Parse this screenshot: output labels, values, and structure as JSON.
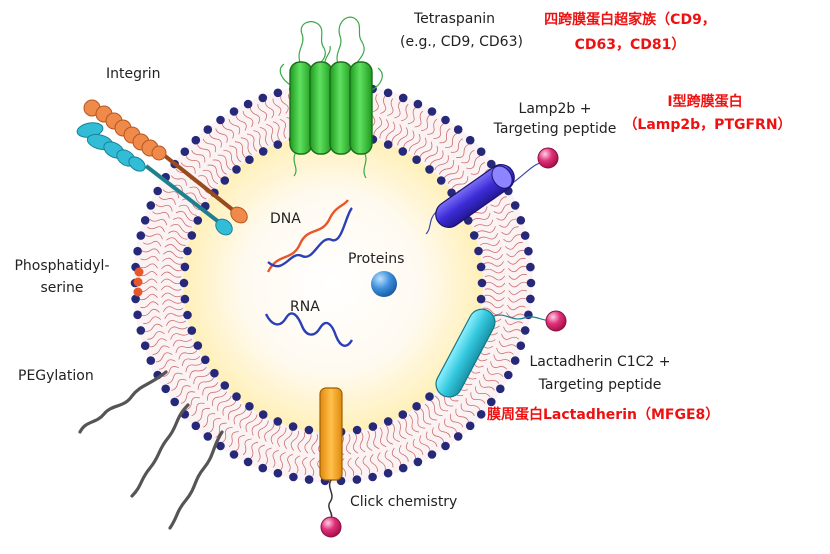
{
  "labels": {
    "tetraspanin": "Tetraspanin",
    "tetraspanin_eg": "(e.g., CD9, CD63)",
    "integrin": "Integrin",
    "lamp2b": "Lamp2b +",
    "lamp2b_targeting": "Targeting peptide",
    "dna": "DNA",
    "proteins": "Proteins",
    "rna": "RNA",
    "phosphatidyl_1": "Phosphatidyl-",
    "phosphatidyl_2": "serine",
    "pegylation": "PEGylation",
    "lactadherin": "Lactadherin C1C2 +",
    "lactadherin_targeting": "Targeting peptide",
    "click_chemistry": "Click chemistry"
  },
  "annotations_cn": {
    "tetraspanin_line1": "四跨膜蛋白超家族（CD9，",
    "tetraspanin_line2": "CD63，CD81）",
    "type1_line1": "I型跨膜蛋白",
    "type1_line2": "（Lamp2b，PTGFRN）",
    "lactadherin": "膜周蛋白Lactadherin（MFGE8）"
  },
  "colors": {
    "lipid_head": "#26297a",
    "lipid_tail": "#c45a5a",
    "lumen": "#fff3c8",
    "tetraspanin": "#2ec42e",
    "lamp2b": "#3c2cd8",
    "lactadherin": "#34c8de",
    "click_anchor": "#f5a21c",
    "peptide": "#d81b6a",
    "integrin_orange": "#f08a4b",
    "integrin_cyan": "#33bcd6",
    "phosphatidylserine": "#e8572a",
    "dna_strand_a": "#e8572a",
    "dna_strand_b": "#2b3fb8",
    "protein": "#2f7fd0",
    "peg": "#555555",
    "annotation_red": "#ee1111"
  }
}
